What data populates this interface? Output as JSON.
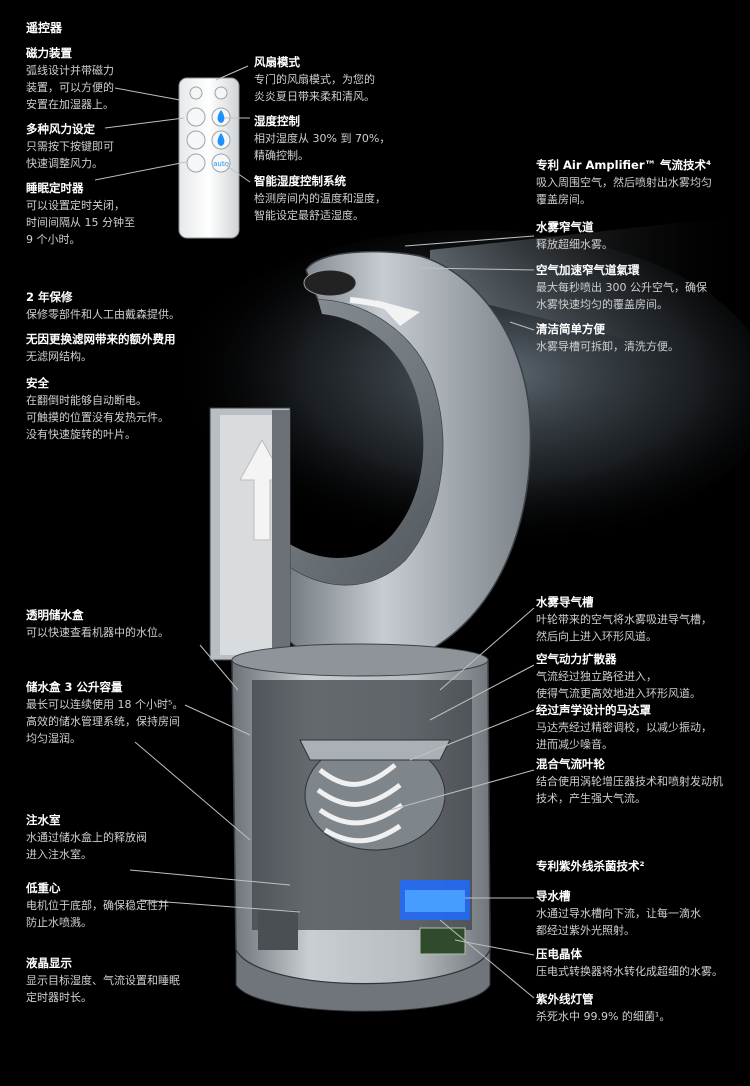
{
  "header": {
    "title": "遥控器"
  },
  "labels": {
    "magnet": {
      "title": "磁力装置",
      "desc": "弧线设计并带磁力\n装置，可以方便的\n安置在加湿器上。"
    },
    "airflow_settings": {
      "title": "多种风力设定",
      "desc": "只需按下按键即可\n快速调整风力。"
    },
    "sleep_timer": {
      "title": "睡眠定时器",
      "desc": "可以设置定时关闭，\n时间间隔从 15 分钟至\n9 个小时。"
    },
    "fan_mode": {
      "title": "风扇模式",
      "desc": "专门的风扇模式，为您的\n炎炎夏日带来柔和清风。"
    },
    "humidity_control": {
      "title": "湿度控制",
      "desc": "相对湿度从 30% 到 70%，\n精确控制。"
    },
    "auto_mode": {
      "title": "智能湿度控制系统",
      "desc": "检测房间内的温度和湿度，\n智能设定最舒适湿度。"
    },
    "air_multiplier": {
      "title": "专利 Air Amplifier™ 气流技术⁴",
      "desc": "吸入周围空气，然后喷射出水雾均匀\n覆盖房间。"
    },
    "mist_slot": {
      "title": "水雾窄气道",
      "desc": "释放超细水雾。"
    },
    "airflow_ring": {
      "title": "空气加速窄气道氣環",
      "desc": "最大每秒喷出 300 公升空气，确保\n水雾快速均匀的覆盖房间。"
    },
    "easy_clean": {
      "title": "清洁简单方便",
      "desc": "水雾导槽可拆卸，清洗方便。"
    },
    "warranty": {
      "title": "2 年保修",
      "desc": "保修零部件和人工由戴森提供。"
    },
    "no_filter": {
      "title": "无因更换滤网带来的额外费用",
      "desc": "无滤网结构。"
    },
    "safety": {
      "title": "安全",
      "desc": "在翻倒时能够自动断电。\n可触摸的位置没有发热元件。\n没有快速旋转的叶片。"
    },
    "mist_channel": {
      "title": "水雾导气槽",
      "desc": "叶轮带来的空气将水雾吸进导气槽，\n然后向上进入环形风道。"
    },
    "diffuser": {
      "title": "空气动力扩散器",
      "desc": "气流经过独立路径进入，\n使得气流更高效地进入环形风道。"
    },
    "motor_housing": {
      "title": "经过声学设计的马达罩",
      "desc": "马达壳经过精密调校，以减少振动，\n进而减少噪音。"
    },
    "impeller": {
      "title": "混合气流叶轮",
      "desc": "结合使用涡轮增压器技术和喷射发动机\n技术，产生强大气流。"
    },
    "tank": {
      "title": "透明储水盒",
      "desc": "可以快速查看机器中的水位。"
    },
    "capacity": {
      "title": "储水盒 3 公升容量",
      "desc": "最长可以连续使用 18 个小时⁵。\n高效的储水管理系统，保持房间\n均匀湿润。"
    },
    "chamber": {
      "title": "注水室",
      "desc": "水通过储水盒上的释放阀\n进入注水室。"
    },
    "gravity": {
      "title": "低重心",
      "desc": "电机位于底部，确保稳定性并\n防止水喷溅。"
    },
    "lcd": {
      "title": "液晶显示",
      "desc": "显示目标湿度、气流设置和睡眠\n定时器时长。"
    },
    "uv_tech": {
      "title": "专利紫外线杀菌技术²",
      "desc": ""
    },
    "guide": {
      "title": "导水槽",
      "desc": "水通过导水槽向下流，让每一滴水\n都经过紫外光照射。"
    },
    "piezo": {
      "title": "压电晶体",
      "desc": "压电式转换器将水转化成超细的水雾。"
    },
    "uv_lamp": {
      "title": "紫外线灯管",
      "desc": "杀死水中 99.9% 的细菌¹。"
    }
  },
  "remote": {
    "auto_label": "auto"
  },
  "colors": {
    "background": "#000000",
    "accent_blue": "#1e90ff",
    "metal": "#9aa0a6"
  }
}
